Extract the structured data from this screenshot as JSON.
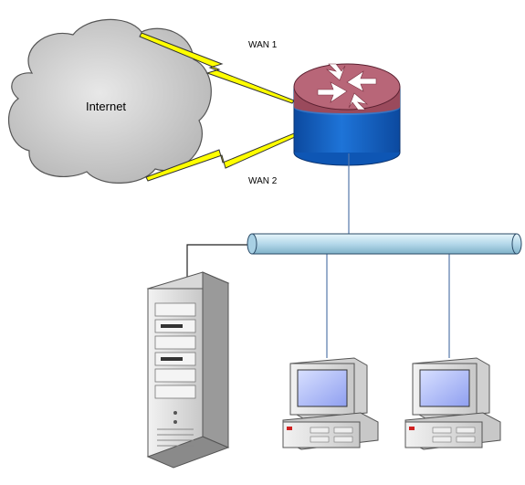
{
  "labels": {
    "cloud": "Internet",
    "wan1": "WAN 1",
    "wan2": "WAN 2"
  },
  "colors": {
    "cloud_fill": "#d4d4d4",
    "lightning": "#ffff00",
    "router_top": "#a05060",
    "router_body": "#1464c8",
    "bus_fill": "#c8e6f0",
    "case_fill": "#e6e6e6",
    "screen": "#a8b8ff"
  },
  "icons": {
    "cloud": "internet-cloud-icon",
    "router": "router-icon",
    "server": "server-tower-icon",
    "workstation": "desktop-computer-icon",
    "link": "lightning-link-icon"
  }
}
